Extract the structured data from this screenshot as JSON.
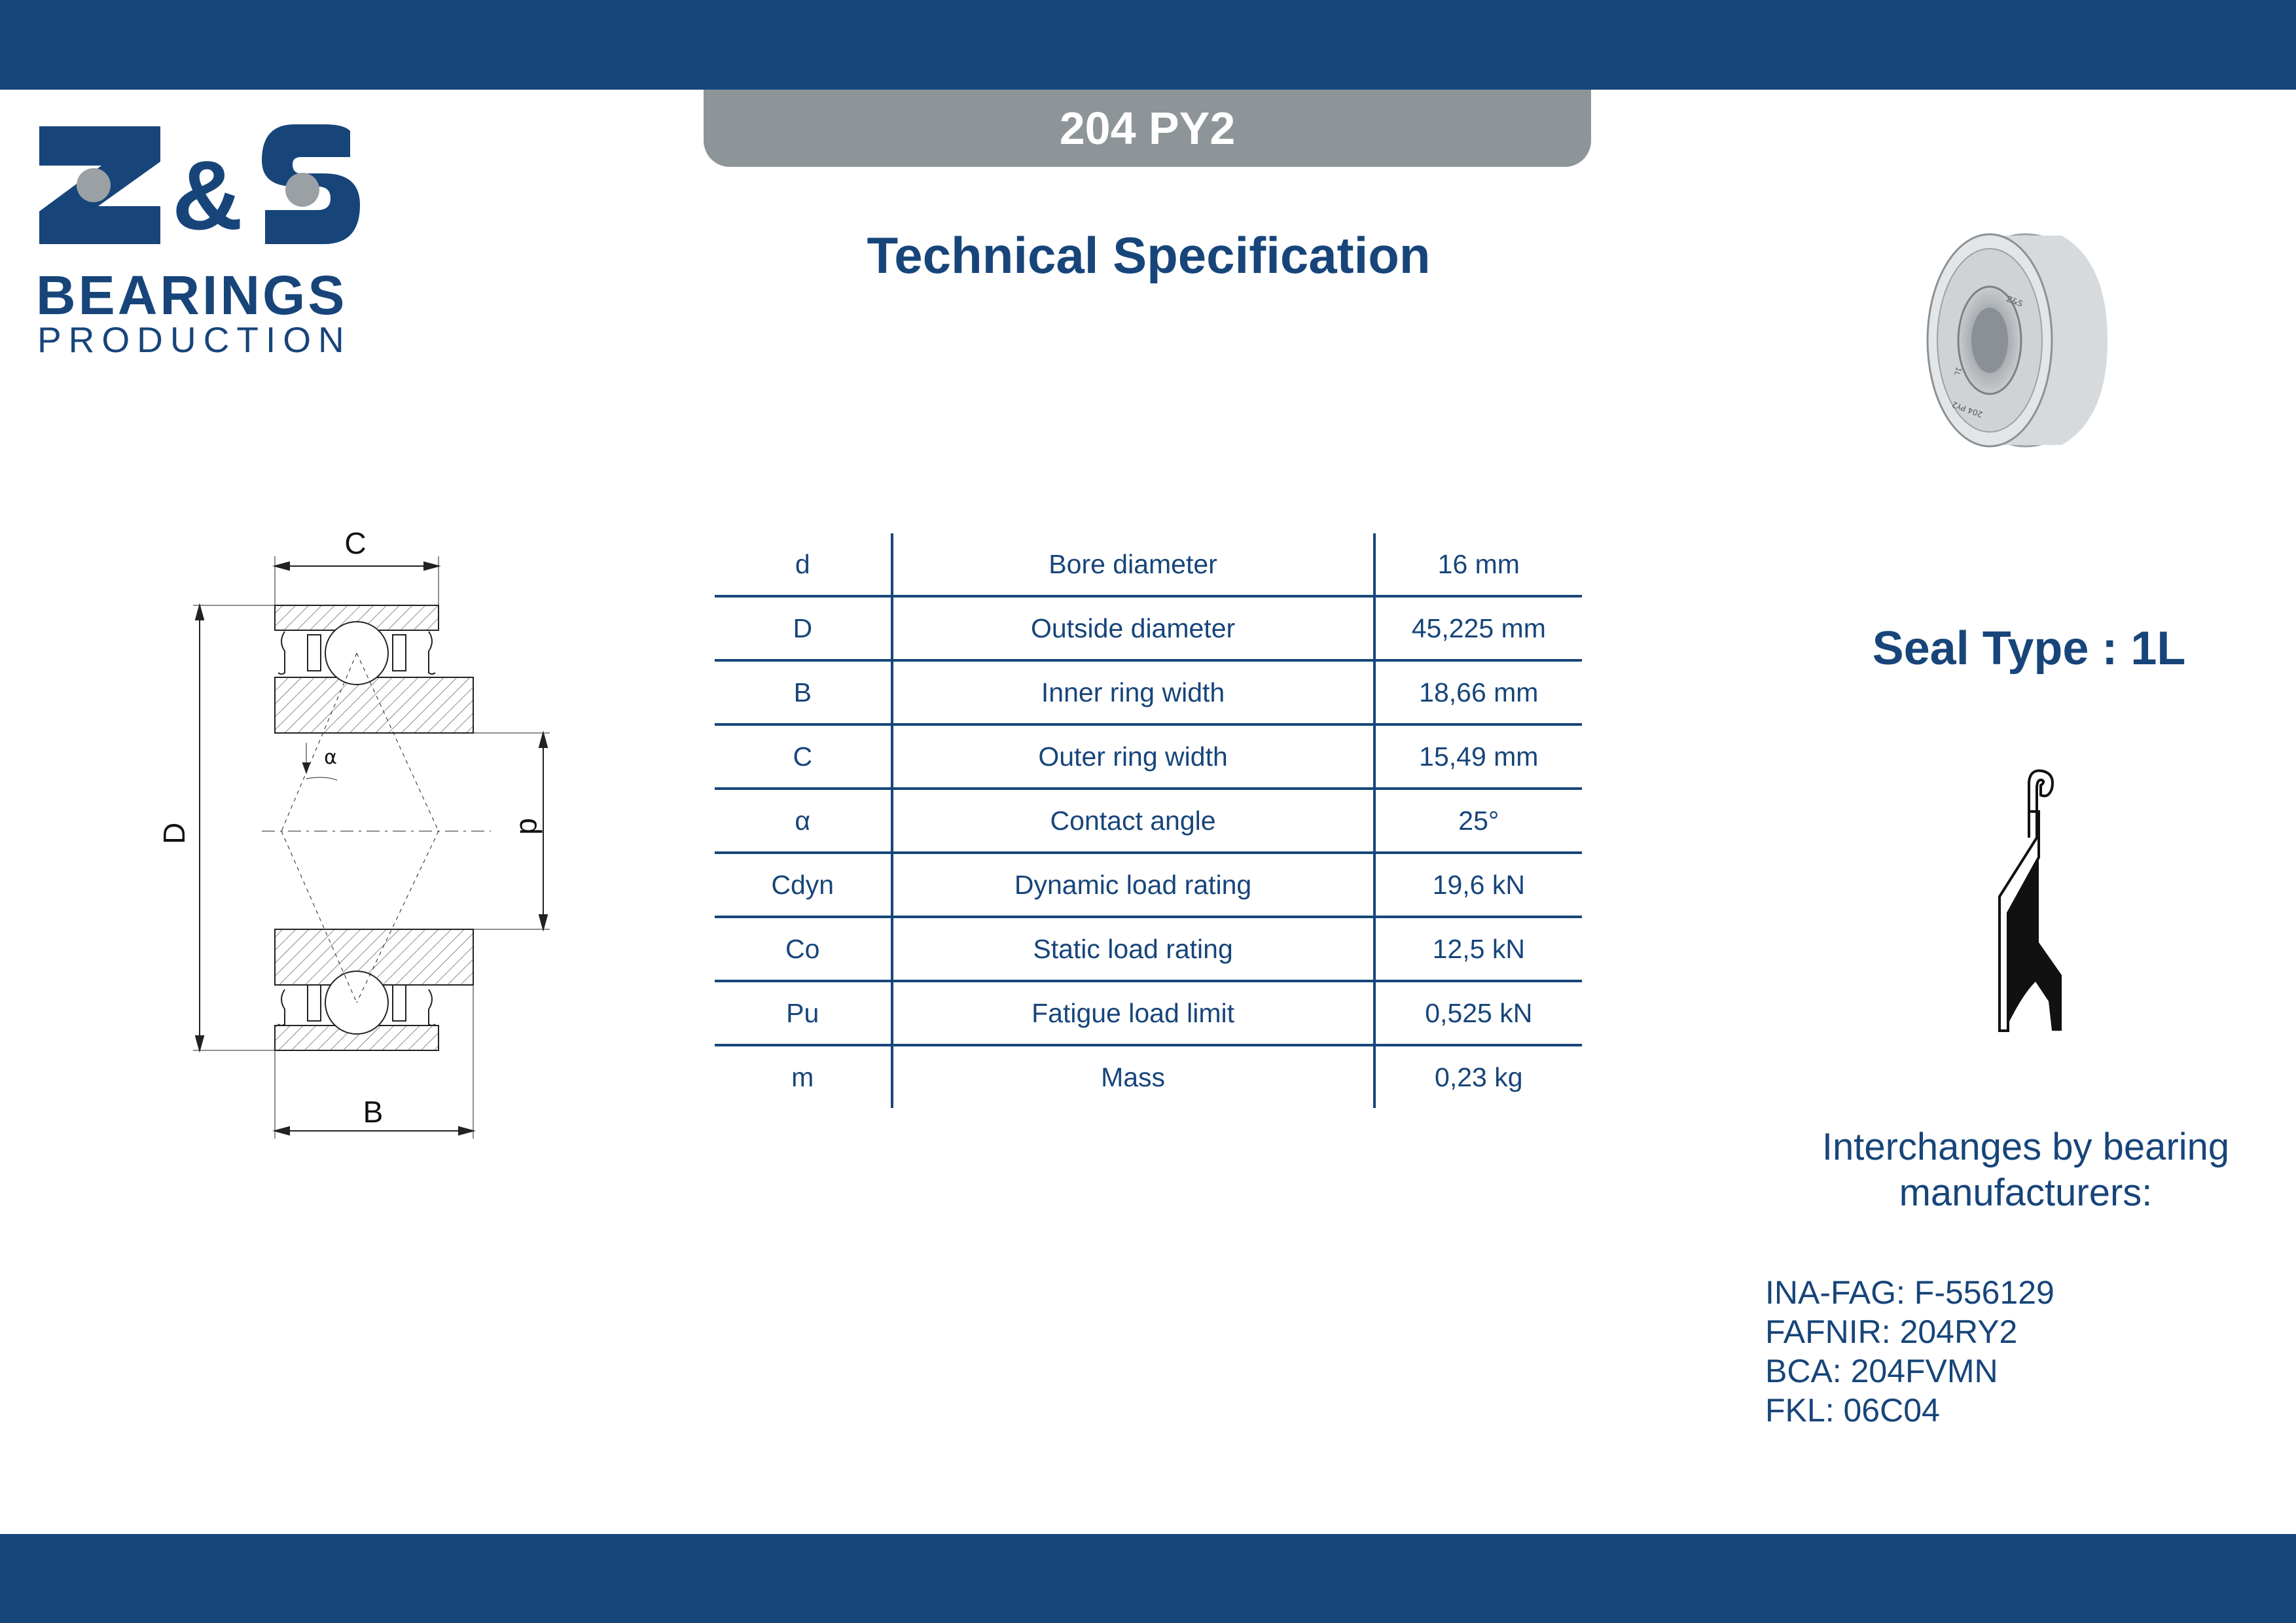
{
  "brand": {
    "logo_mark": "Z&S",
    "name": "BEARINGS",
    "tagline": "PRODUCTION"
  },
  "model": "204 PY2",
  "page_title": "Technical Specification",
  "photo": {
    "engraving_top": "Z&S",
    "engraving_side": "204 PY2",
    "engraving_code": "1L"
  },
  "drawing": {
    "labels": {
      "C": "C",
      "D": "D",
      "B": "B",
      "d": "d",
      "alpha": "α"
    }
  },
  "spec_rows": [
    {
      "symbol": "d",
      "name": "Bore diameter",
      "value": "16 mm"
    },
    {
      "symbol": "D",
      "name": "Outside diameter",
      "value": "45,225 mm"
    },
    {
      "symbol": "B",
      "name": "Inner ring width",
      "value": "18,66 mm"
    },
    {
      "symbol": "C",
      "name": "Outer ring width",
      "value": "15,49 mm"
    },
    {
      "symbol": "α",
      "name": "Contact angle",
      "value": "25°"
    },
    {
      "symbol": "Cdyn",
      "name": "Dynamic load rating",
      "value": "19,6 kN"
    },
    {
      "symbol": "Co",
      "name": "Static load rating",
      "value": "12,5 kN"
    },
    {
      "symbol": "Pu",
      "name": "Fatigue load limit",
      "value": "0,525 kN"
    },
    {
      "symbol": "m",
      "name": "Mass",
      "value": "0,23 kg"
    }
  ],
  "seal": {
    "title": "Seal Type : 1L"
  },
  "interchanges": {
    "title_line1": "Interchanges by bearing",
    "title_line2": "manufacturers:",
    "items": [
      "INA-FAG: F-556129",
      "FAFNIR: 204RY2",
      "BCA: 204FVMN",
      "FKL: 06C04"
    ]
  },
  "colors": {
    "brand_blue": "#17467b",
    "tab_grey": "#8e9598",
    "text_blue": "#17457a"
  }
}
